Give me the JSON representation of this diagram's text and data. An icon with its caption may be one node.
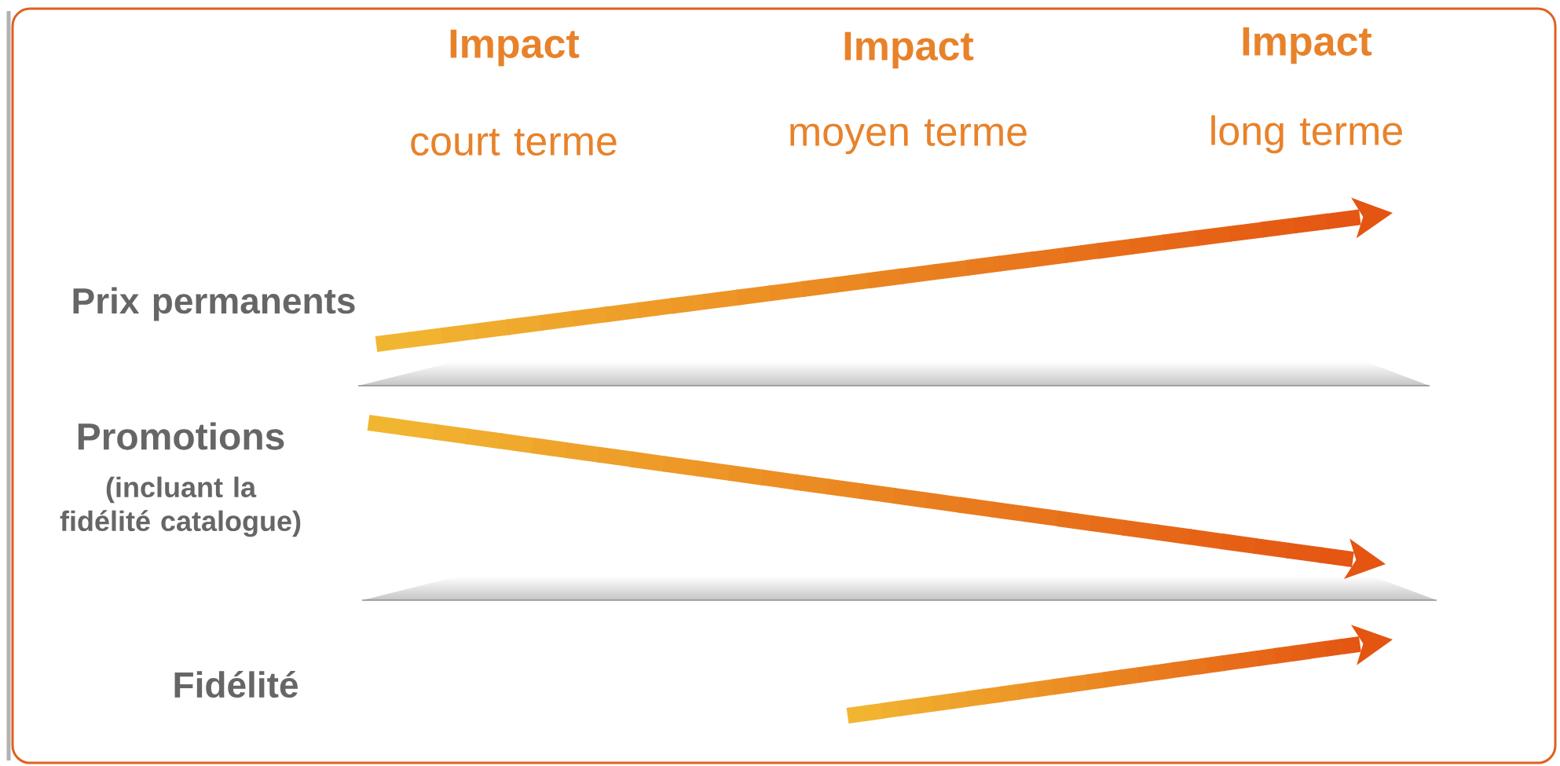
{
  "diagram": {
    "labels": [
      "Impact",
      "court terme",
      "Impact",
      "moyen terme",
      "Impact",
      "long terme",
      "Prix permanents",
      "Promotions",
      "(incluant la fidélité catalogue)",
      "Fidélité"
    ]
  }
}
